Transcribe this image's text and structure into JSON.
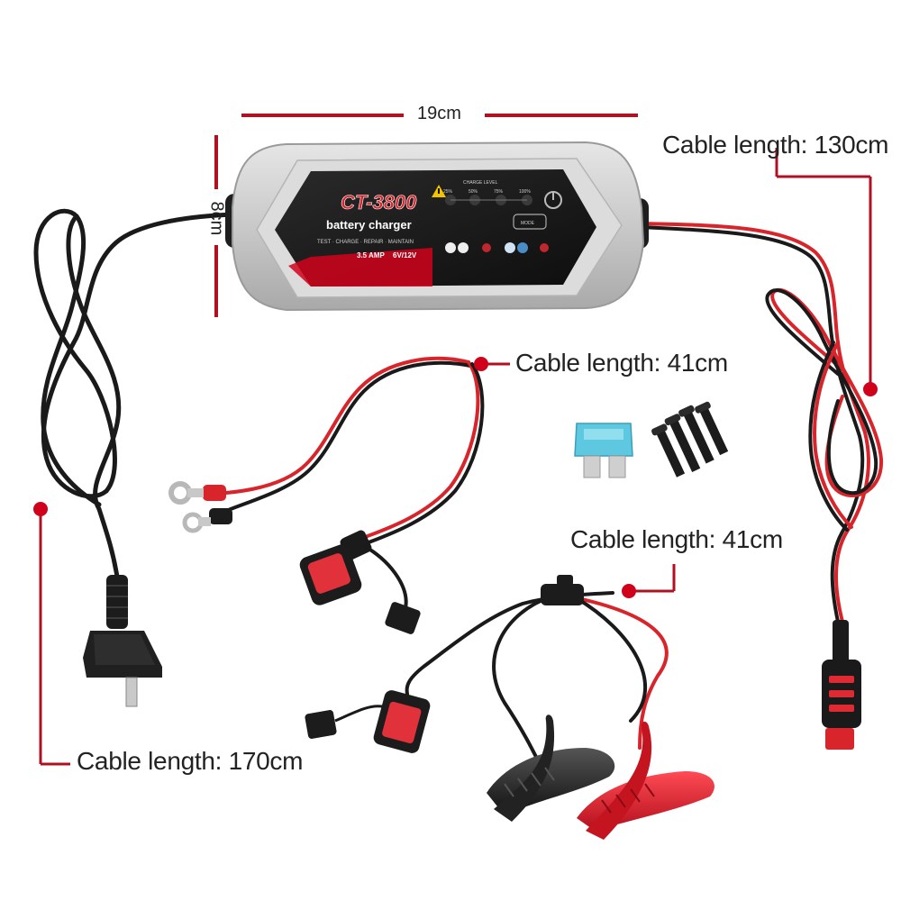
{
  "dimensions": {
    "width_label": "19cm",
    "height_label": "8cm"
  },
  "charger": {
    "model": "CT-3800",
    "subtitle": "battery charger",
    "modes_line": "TEST · CHARGE · REPAIR · MAINTAIN",
    "spec_current": "3.5 AMP",
    "spec_voltage": "6V/12V",
    "charge_level_label": "CHARGE LEVEL",
    "levels": [
      "25%",
      "50%",
      "75%",
      "100%"
    ],
    "mode_label": "MODE"
  },
  "callouts": {
    "ac_cable": "Cable length: 170cm",
    "dc_cable": "Cable length: 130cm",
    "ring_cable": "Cable length: 41cm",
    "clamp_cable": "Cable length: 41cm"
  },
  "colors": {
    "accent_red": "#d0021b",
    "cable_black": "#1a1a1a",
    "cable_red": "#d8252b",
    "housing_grey": "#cfcfcf",
    "panel_dark": "#1e1e1e",
    "fuse_blue": "#5ec8e0"
  },
  "icons": [
    "warning-icon",
    "power-icon",
    "fuse-icon",
    "screw-icon"
  ]
}
